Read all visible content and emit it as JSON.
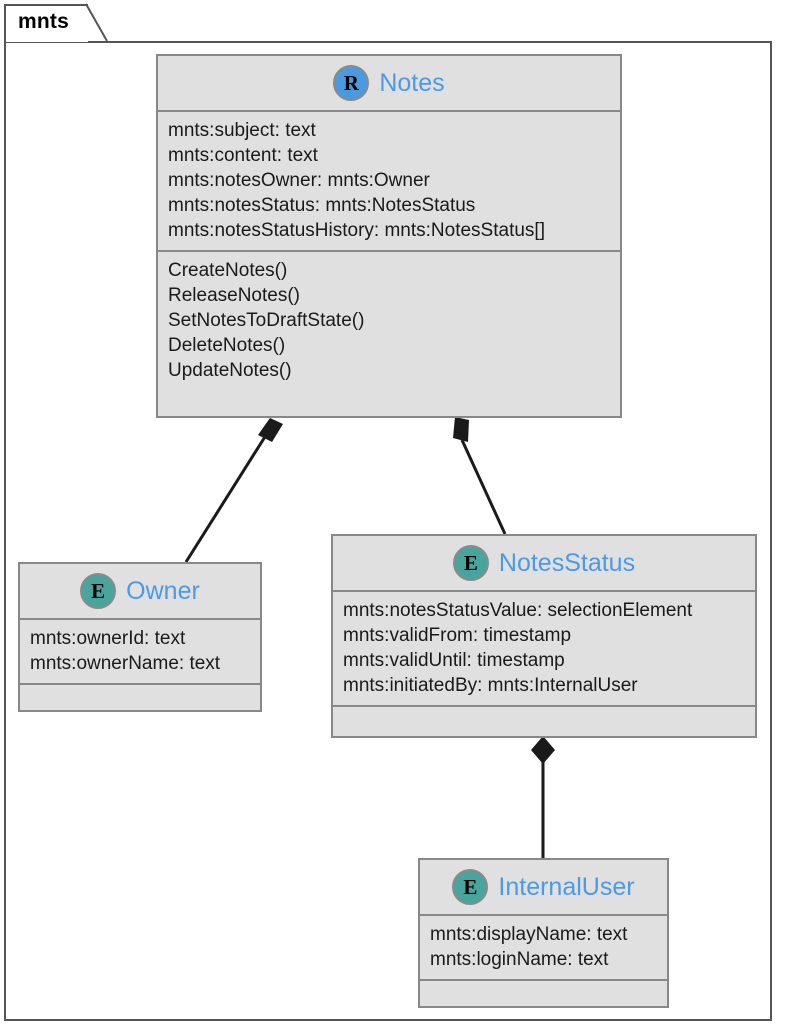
{
  "package": {
    "name": "mnts"
  },
  "colors": {
    "class_fill": "#e0e0e0",
    "class_border": "#888888",
    "frame_border": "#555555",
    "title_text": "#4a9ae8",
    "badge_root": "#4a9ae0",
    "badge_entity": "#4aa49e",
    "edge": "#1a1a1a",
    "canvas": "#ffffff"
  },
  "classes": [
    {
      "id": "notes",
      "name": "Notes",
      "stereotype_letter": "R",
      "badge_kind": "root",
      "attributes": [
        "mnts:subject: text",
        "mnts:content: text",
        "mnts:notesOwner: mnts:Owner",
        "mnts:notesStatus: mnts:NotesStatus",
        "mnts:notesStatusHistory: mnts:NotesStatus[]"
      ],
      "operations": [
        "CreateNotes()",
        "ReleaseNotes()",
        "SetNotesToDraftState()",
        "DeleteNotes()",
        "UpdateNotes()"
      ],
      "has_empty_operations": false
    },
    {
      "id": "owner",
      "name": "Owner",
      "stereotype_letter": "E",
      "badge_kind": "entity",
      "attributes": [
        "mnts:ownerId: text",
        "mnts:ownerName: text"
      ],
      "operations": [],
      "has_empty_operations": true
    },
    {
      "id": "notesstatus",
      "name": "NotesStatus",
      "stereotype_letter": "E",
      "badge_kind": "entity",
      "attributes": [
        "mnts:notesStatusValue: selectionElement",
        "mnts:validFrom: timestamp",
        "mnts:validUntil: timestamp",
        "mnts:initiatedBy: mnts:InternalUser"
      ],
      "operations": [],
      "has_empty_operations": true
    },
    {
      "id": "internaluser",
      "name": "InternalUser",
      "stereotype_letter": "E",
      "badge_kind": "entity",
      "attributes": [
        "mnts:displayName: text",
        "mnts:loginName: text"
      ],
      "operations": [],
      "has_empty_operations": true
    }
  ],
  "relationships": [
    {
      "id": "notes-owner",
      "kind": "composition",
      "from": "Notes",
      "to": "Owner",
      "diamond_end": "Notes"
    },
    {
      "id": "notes-notesstatus",
      "kind": "composition",
      "from": "Notes",
      "to": "NotesStatus",
      "diamond_end": "Notes"
    },
    {
      "id": "notesstatus-internaluser",
      "kind": "composition",
      "from": "NotesStatus",
      "to": "InternalUser",
      "diamond_end": "NotesStatus"
    }
  ]
}
